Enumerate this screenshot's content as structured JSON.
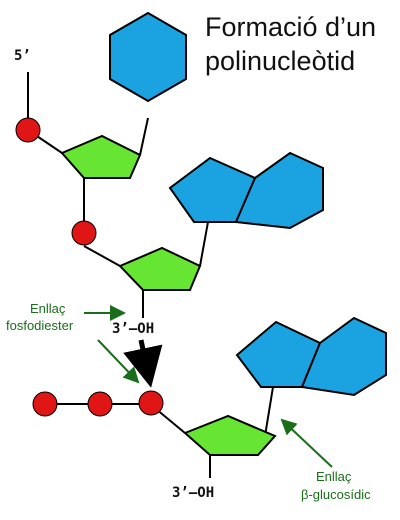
{
  "title": {
    "line1": "Formació d’un",
    "line2": "polinucleòtid"
  },
  "labels": {
    "five_prime": "5’",
    "three_oh_upper": "3’–OH",
    "three_oh_lower": "3’–OH",
    "phosphodiester_line1": "Enllaç",
    "phosphodiester_line2": "fosfodiester",
    "glycosidic_line1": "Enllaç",
    "glycosidic_line2": "β-glucosídic"
  },
  "colors": {
    "base": "#1aa3e0",
    "sugar": "#66e633",
    "phosphate": "#e01515",
    "annotation": "#1a6e1a",
    "bond": "#000000"
  }
}
